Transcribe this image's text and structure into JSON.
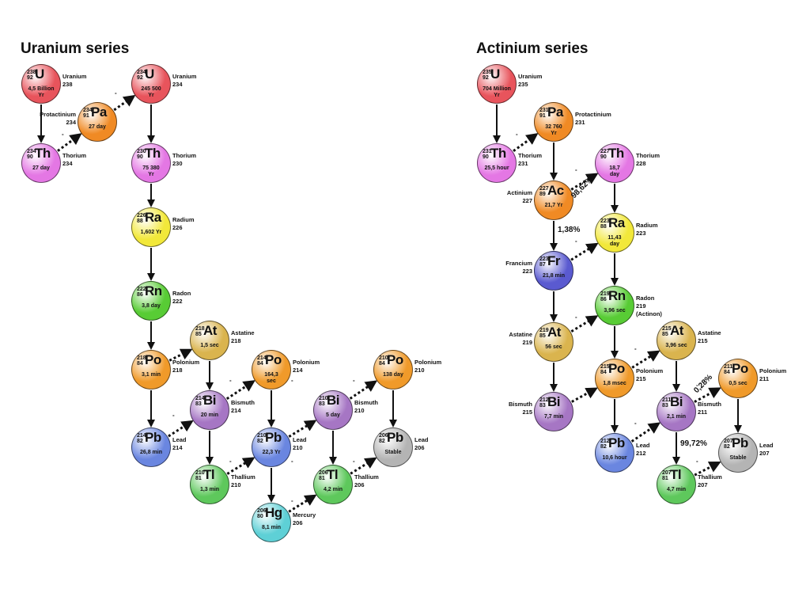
{
  "titles": {
    "uranium": "Uranium series",
    "actinium": "Actinium series"
  },
  "marks": {
    "dash": "-"
  },
  "percents": {
    "p1": "98,62%",
    "p2": "1,38%",
    "p3": "0,28%",
    "p4": "99,72%"
  },
  "colors": {
    "U": "#e8545c",
    "Pa": "#f08a24",
    "Th": "#e477e4",
    "Ra": "#f2e83a",
    "Rn": "#58cc35",
    "Po": "#f09a2a",
    "At": "#dab44e",
    "Bi": "#a676c4",
    "Pb": "#6a86e0",
    "Pb_stable": "#b4b4b4",
    "Tl": "#5ec85c",
    "Hg": "#5ed0d6",
    "Ac": "#f08a24",
    "Fr": "#5a5ad0"
  },
  "uranium": {
    "u238": {
      "sym": "U",
      "mass": "238",
      "z": "92",
      "half": "4,5 Billion\nYr",
      "name": "Uranium\n238"
    },
    "th234": {
      "sym": "Th",
      "mass": "234",
      "z": "90",
      "half": "27 day",
      "name": "Thorium\n234"
    },
    "pa234": {
      "sym": "Pa",
      "mass": "234",
      "z": "91",
      "half": "27 day",
      "name": "Protactinium\n234"
    },
    "u234": {
      "sym": "U",
      "mass": "234",
      "z": "92",
      "half": "245 500\nYr",
      "name": "Uranium\n234"
    },
    "th230": {
      "sym": "Th",
      "mass": "230",
      "z": "90",
      "half": "75 380\nYr",
      "name": "Thorium\n230"
    },
    "ra226": {
      "sym": "Ra",
      "mass": "226",
      "z": "88",
      "half": "1,602 Yr",
      "name": "Radium\n226"
    },
    "rn222": {
      "sym": "Rn",
      "mass": "222",
      "z": "86",
      "half": "3,8 day",
      "name": "Radon\n222"
    },
    "po218": {
      "sym": "Po",
      "mass": "218",
      "z": "84",
      "half": "3,1 min",
      "name": "Polonium\n218"
    },
    "at218": {
      "sym": "At",
      "mass": "218",
      "z": "85",
      "half": "1,5 sec",
      "name": "Astatine\n218"
    },
    "pb214": {
      "sym": "Pb",
      "mass": "214",
      "z": "82",
      "half": "26,8 min",
      "name": "Lead\n214"
    },
    "bi214": {
      "sym": "Bi",
      "mass": "214",
      "z": "83",
      "half": "20 min",
      "name": "Bismuth\n214"
    },
    "tl210": {
      "sym": "Tl",
      "mass": "210",
      "z": "81",
      "half": "1,3 min",
      "name": "Thallium\n210"
    },
    "po214": {
      "sym": "Po",
      "mass": "214",
      "z": "84",
      "half": "164,3\nsec",
      "name": "Polonium\n214"
    },
    "pb210": {
      "sym": "Pb",
      "mass": "210",
      "z": "82",
      "half": "22,3 Yr",
      "name": "Lead\n210"
    },
    "hg206": {
      "sym": "Hg",
      "mass": "206",
      "z": "80",
      "half": "8,1 min",
      "name": "Mercury\n206"
    },
    "bi210": {
      "sym": "Bi",
      "mass": "210",
      "z": "83",
      "half": "5 day",
      "name": "Bismuth\n210"
    },
    "tl206": {
      "sym": "Tl",
      "mass": "206",
      "z": "81",
      "half": "4,2 min",
      "name": "Thallium\n206"
    },
    "po210": {
      "sym": "Po",
      "mass": "210",
      "z": "84",
      "half": "138 day",
      "name": "Polonium\n210"
    },
    "pb206": {
      "sym": "Pb",
      "mass": "206",
      "z": "82",
      "half": "Stable",
      "name": "Lead\n206"
    }
  },
  "actinium": {
    "u235": {
      "sym": "U",
      "mass": "235",
      "z": "92",
      "half": "704 Million\nYr",
      "name": "Uranium\n235"
    },
    "th231": {
      "sym": "Th",
      "mass": "231",
      "z": "90",
      "half": "25,5 hour",
      "name": "Thorium\n231"
    },
    "pa231": {
      "sym": "Pa",
      "mass": "231",
      "z": "91",
      "half": "32 760\nYr",
      "name": "Protactinium\n231"
    },
    "ac227": {
      "sym": "Ac",
      "mass": "227",
      "z": "89",
      "half": "21,7 Yr",
      "name": "Actinium\n227"
    },
    "th227": {
      "sym": "Th",
      "mass": "227",
      "z": "90",
      "half": "18,7\nday",
      "name": "Thorium\n228"
    },
    "ra223": {
      "sym": "Ra",
      "mass": "223",
      "z": "88",
      "half": "11,43\nday",
      "name": "Radium\n223"
    },
    "fr223": {
      "sym": "Fr",
      "mass": "223",
      "z": "87",
      "half": "21,8 min",
      "name": "Francium\n223"
    },
    "rn219": {
      "sym": "Rn",
      "mass": "219",
      "z": "86",
      "half": "3,96 sec",
      "name": "Radon\n219\n(Actinon)"
    },
    "at219": {
      "sym": "At",
      "mass": "219",
      "z": "85",
      "half": "56 sec",
      "name": "Astatine\n219"
    },
    "at215": {
      "sym": "At",
      "mass": "215",
      "z": "85",
      "half": "3,96 sec",
      "name": "Astatine\n215"
    },
    "po215": {
      "sym": "Po",
      "mass": "215",
      "z": "84",
      "half": "1,8 msec",
      "name": "Polonium\n215"
    },
    "bi212": {
      "sym": "Bi",
      "mass": "212",
      "z": "83",
      "half": "7,7 min",
      "name": "Bismuth\n215"
    },
    "pb212": {
      "sym": "Pb",
      "mass": "212",
      "z": "82",
      "half": "10,6 hour",
      "name": "Lead\n212"
    },
    "bi211": {
      "sym": "Bi",
      "mass": "211",
      "z": "83",
      "half": "2,1 min",
      "name": "Bismuth\n211"
    },
    "po211": {
      "sym": "Po",
      "mass": "211",
      "z": "84",
      "half": "0,5 sec",
      "name": "Polonium\n211"
    },
    "tl207": {
      "sym": "Tl",
      "mass": "207",
      "z": "81",
      "half": "4,7 min",
      "name": "Thallium\n207"
    },
    "pb207": {
      "sym": "Pb",
      "mass": "207",
      "z": "82",
      "half": "Stable",
      "name": "Lead\n207"
    }
  }
}
